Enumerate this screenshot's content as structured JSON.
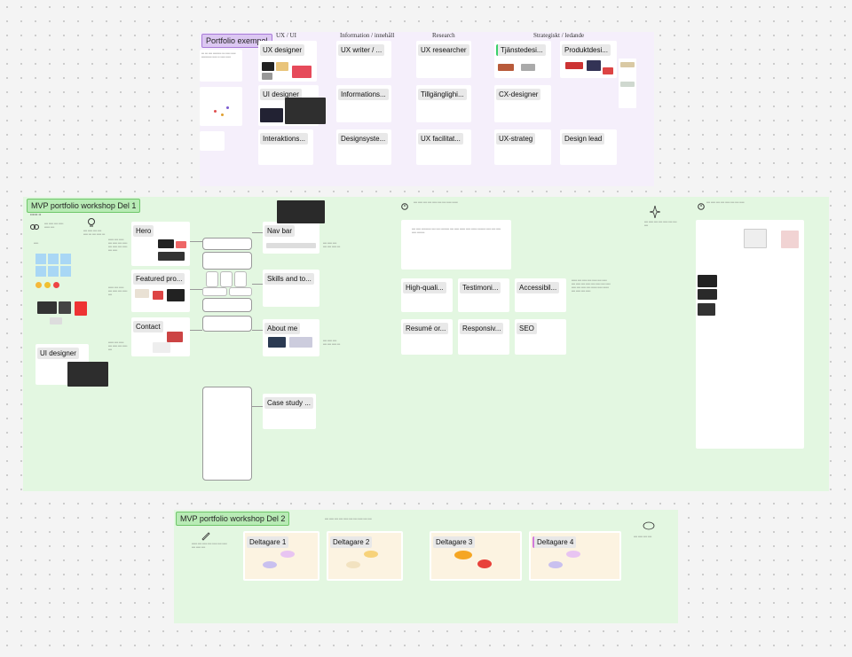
{
  "portfolio": {
    "title": "Portfolio exempel",
    "columns": [
      "UX / UI",
      "Information / innehåll",
      "Research",
      "Strategiskt / ledande"
    ],
    "cards": [
      "UX designer",
      "UX writer / ...",
      "UX researcher",
      "Tjänstedesi...",
      "Produktdesi...",
      "UI designer",
      "Informations...",
      "Tillgänglighi...",
      "CX-designer",
      "Interaktions...",
      "Designsyste...",
      "UX facilitat...",
      "UX-strateg",
      "Design lead"
    ]
  },
  "del1": {
    "title": "MVP portfolio workshop Del 1",
    "sections": [
      "Hero",
      "Featured pro...",
      "Contact"
    ],
    "targets": [
      "Nav bar",
      "Skills and to...",
      "About me",
      "Case study ..."
    ],
    "ui_label": "UI designer",
    "features": [
      "High-quali...",
      "Testimoni...",
      "Accessibil...",
      "Resumé or...",
      "Responsiv...",
      "SEO"
    ]
  },
  "del2": {
    "title": "MVP portfolio workshop Del 2",
    "participants": [
      "Deltagare 1",
      "Deltagare 2",
      "Deltagare 3",
      "Deltagare 4"
    ]
  },
  "colors": {
    "purple_bg": "#f5effb",
    "green_bg": "#e3f7e1",
    "title_purple": "#dcc7f2",
    "title_green": "#b8ebb5"
  }
}
